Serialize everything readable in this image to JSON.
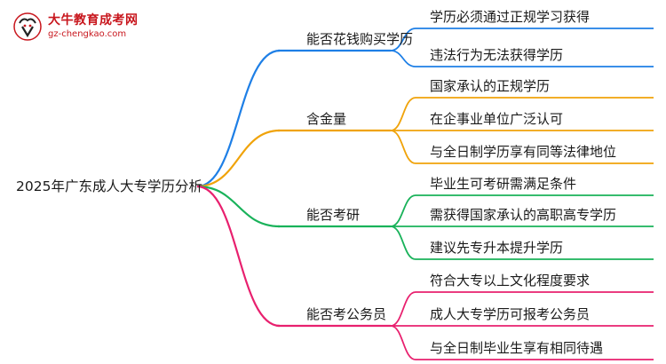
{
  "logo": {
    "title": "大牛教育成考网",
    "url": "gz-chengkao.com",
    "brand_color": "#c8161d"
  },
  "root": "2025年广东成人大专学历分析",
  "branches": [
    {
      "label": "能否花钱购买学历",
      "color": "#1e7fe6",
      "children": [
        "学历必须通过正规学习获得",
        "违法行为无法获得学历"
      ]
    },
    {
      "label": "含金量",
      "color": "#f0a30a",
      "children": [
        "国家承认的正规学历",
        "在企事业单位广泛认可",
        "与全日制学历享有同等法律地位"
      ]
    },
    {
      "label": "能否考研",
      "color": "#19b25a",
      "children": [
        "毕业生可考研需满足条件",
        "需获得国家承认的高职高专学历",
        "建议先专升本提升学历"
      ]
    },
    {
      "label": "能否考公务员",
      "color": "#e8206e",
      "children": [
        "符合大专以上文化程度要求",
        "成人大专学历可报考公务员",
        "与全日制毕业生享有相同待遇"
      ]
    }
  ]
}
